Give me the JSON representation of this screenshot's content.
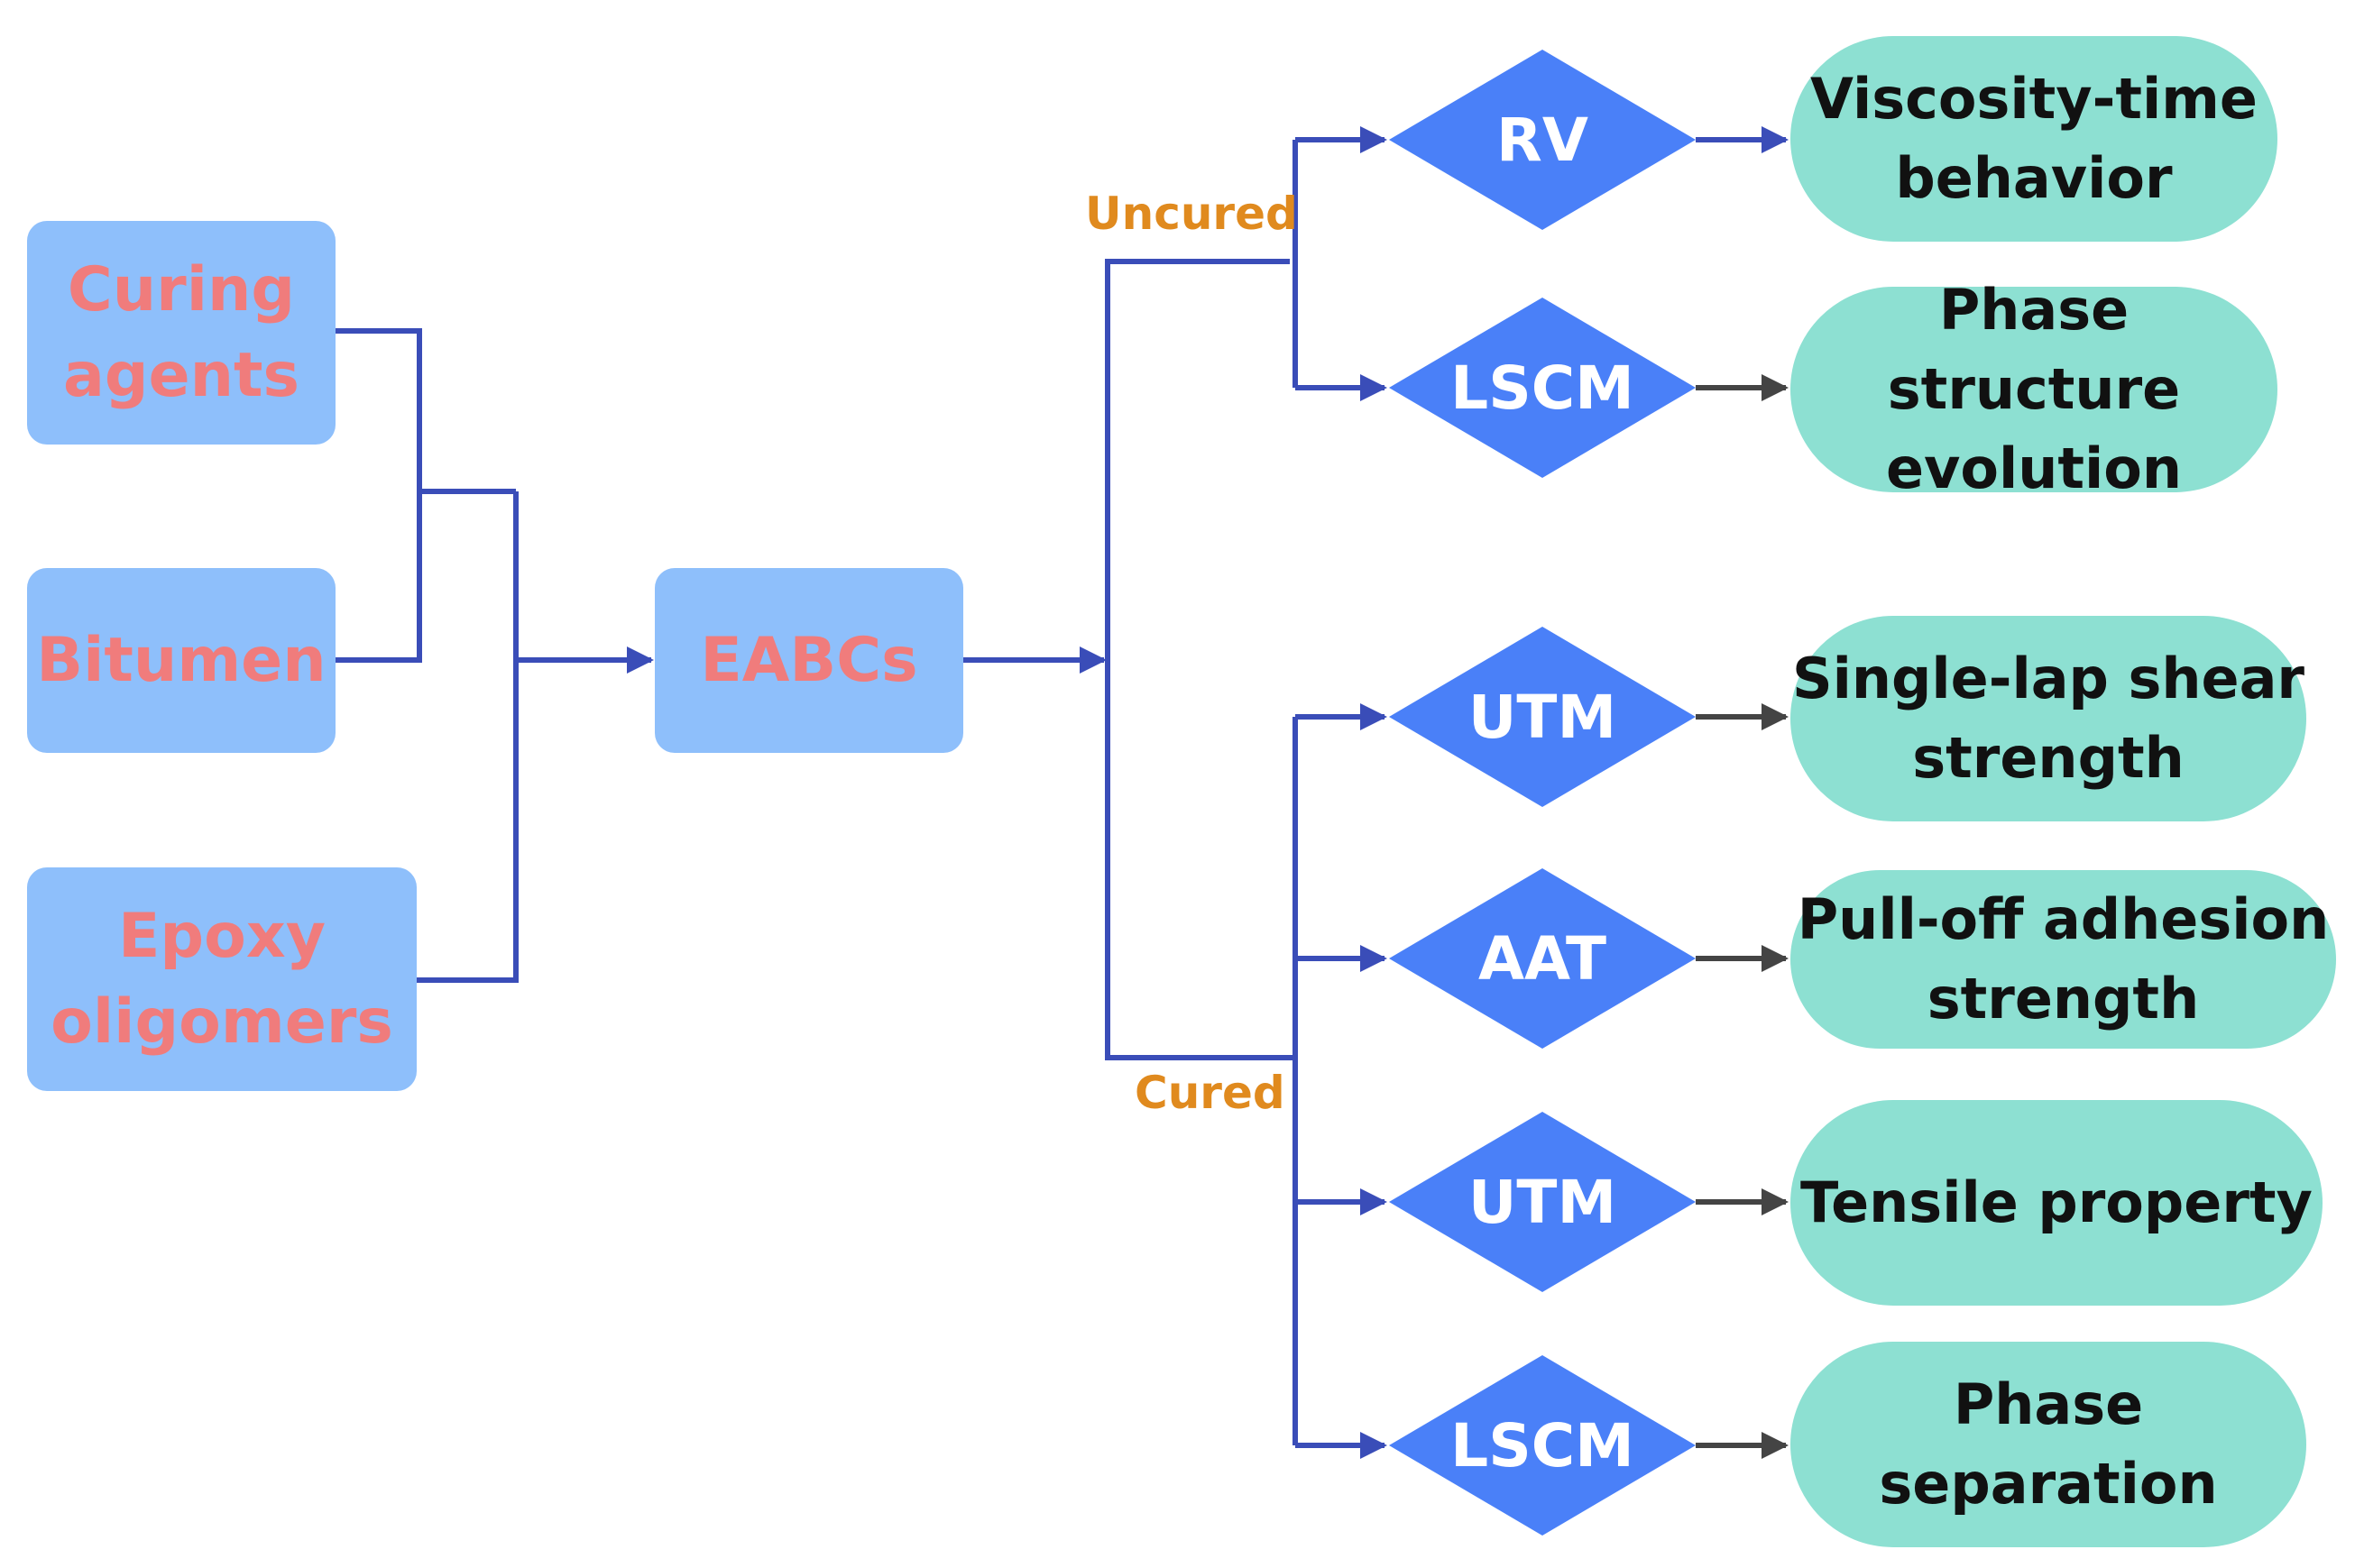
{
  "inputs": [
    {
      "id": "curing",
      "label": "Curing\nagents"
    },
    {
      "id": "bitumen",
      "label": "Bitumen"
    },
    {
      "id": "epoxy",
      "label": "Epoxy\noligomers"
    }
  ],
  "product": {
    "label": "EABCs"
  },
  "branches": {
    "uncured": "Uncured",
    "cured": "Cured"
  },
  "methods": [
    {
      "label": "RV",
      "result": "Viscosity-time\nbehavior"
    },
    {
      "label": "LSCM",
      "result": "Phase structure\nevolution"
    },
    {
      "label": "UTM",
      "result": "Single-lap shear\nstrength"
    },
    {
      "label": "AAT",
      "result": "Pull-off adhesion\nstrength"
    },
    {
      "label": "UTM",
      "result": "Tensile property"
    },
    {
      "label": "LSCM",
      "result": "Phase separation"
    }
  ],
  "colors": {
    "input_box": "#8EBFFB",
    "input_text": "#F07C7C",
    "diamond": "#4A80F8",
    "result_box": "#8DE0D2",
    "connector": "#3A4DB8",
    "arrow_dark": "#444444",
    "branch_label": "#E08A1E"
  }
}
